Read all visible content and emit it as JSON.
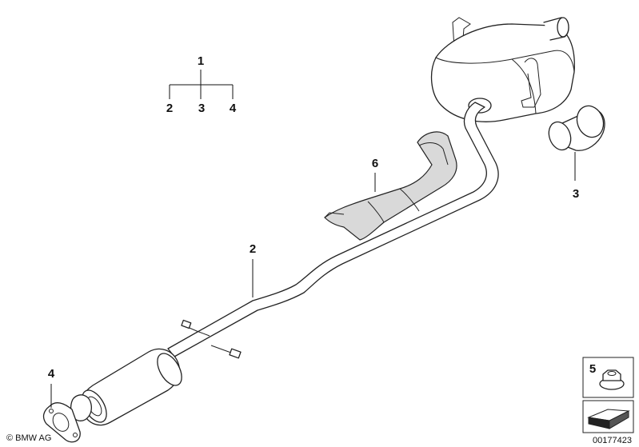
{
  "labels": {
    "tree_root": "1",
    "tree_child_a": "2",
    "tree_child_b": "3",
    "tree_child_c": "4",
    "part_6": "6",
    "part_3": "3",
    "part_2": "2",
    "part_4": "4",
    "part_5": "5"
  },
  "copyright": "© BMW AG",
  "diagram_id": "00177423",
  "colors": {
    "line": "#222222",
    "shade": "#d9d9d9",
    "background": "#ffffff"
  }
}
